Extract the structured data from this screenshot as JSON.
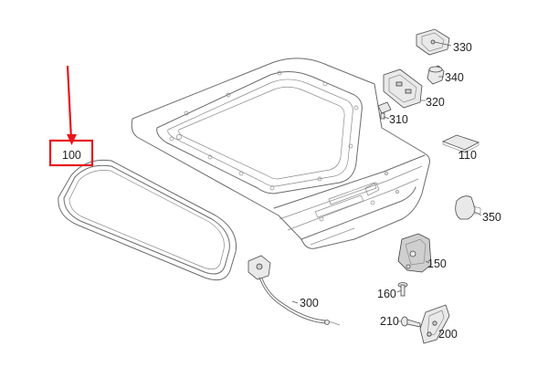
{
  "diagram": {
    "callouts": {
      "p100": "100",
      "p110": "110",
      "p150": "150",
      "p160": "160",
      "p200": "200",
      "p210": "210",
      "p300": "300",
      "p310": "310",
      "p320": "320",
      "p330": "330",
      "p340": "340",
      "p350": "350"
    },
    "highlight_color": "#e8141c",
    "highlighted_part": "100"
  }
}
